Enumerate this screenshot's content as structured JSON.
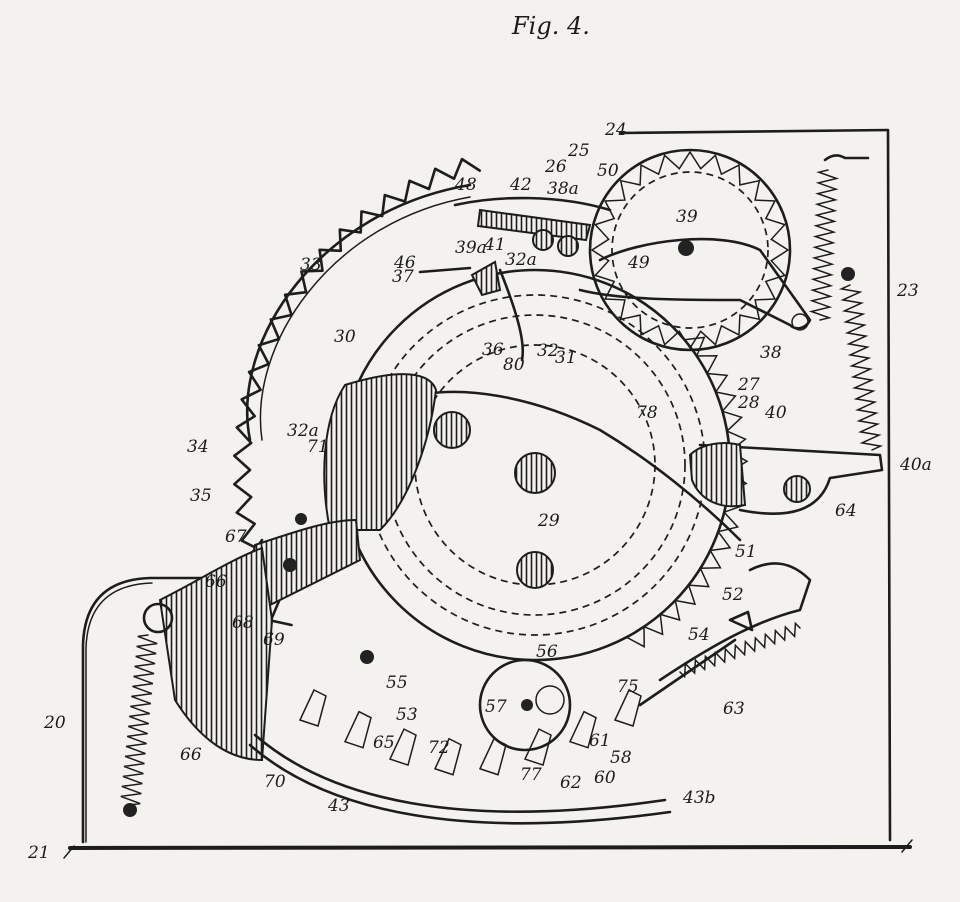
{
  "figure": {
    "title": "Fig. 4.",
    "reference_labels": [
      "24",
      "25",
      "26",
      "50",
      "38a",
      "48",
      "42",
      "39",
      "49",
      "39a",
      "46",
      "41",
      "32a",
      "37",
      "33",
      "23",
      "30",
      "36",
      "80",
      "32",
      "31",
      "38",
      "27",
      "28",
      "78",
      "40",
      "34",
      "32a",
      "71",
      "29",
      "40a",
      "64",
      "35",
      "67",
      "51",
      "66",
      "52",
      "68",
      "54",
      "69",
      "56",
      "55",
      "53",
      "75",
      "63",
      "57",
      "65",
      "72",
      "61",
      "58",
      "60",
      "20",
      "66",
      "70",
      "43",
      "62",
      "77",
      "43b",
      "21"
    ]
  }
}
